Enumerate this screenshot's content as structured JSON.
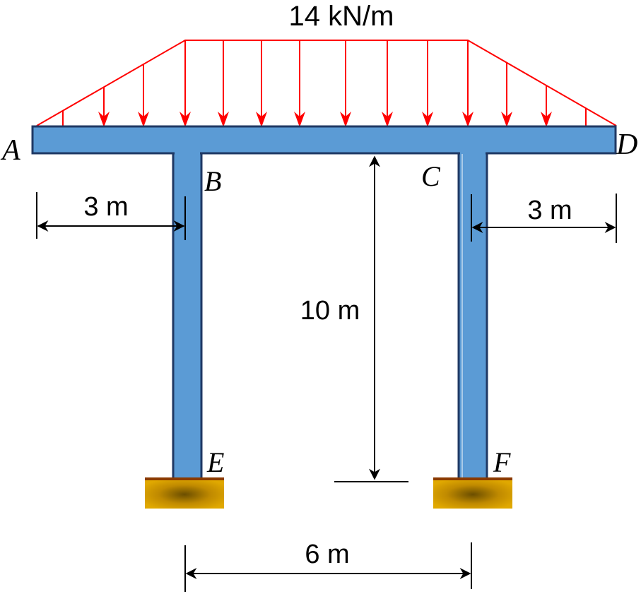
{
  "load": {
    "label": "14 kN/m"
  },
  "points": {
    "a": "A",
    "b": "B",
    "c": "C",
    "d": "D",
    "e": "E",
    "f": "F"
  },
  "dimensions": {
    "left_overhang": "3 m",
    "right_overhang": "3 m",
    "column_height": "10 m",
    "span": "6 m"
  },
  "colors": {
    "frame_fill": "#5b9bd5",
    "frame_stroke": "#1f3864",
    "load": "#ff0000",
    "support_light": "#e8b000",
    "support_dark": "#6b4e00",
    "support_top": "#8b3a00",
    "dimension": "#000000"
  }
}
